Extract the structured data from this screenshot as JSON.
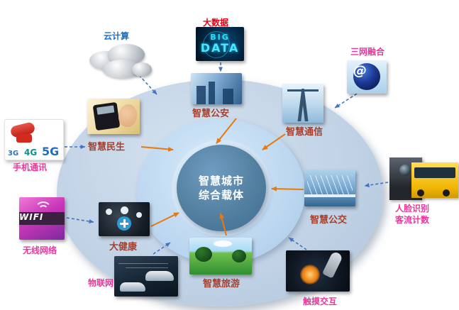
{
  "palette": {
    "label_blue": "#1f6dbf",
    "label_red": "#e60012",
    "label_magenta": "#e6399b",
    "label_dark_red": "#a6402e",
    "arrow_blue": "#4472c4",
    "arrow_orange": "#e8790b",
    "center_circle_fill": "#4f7ea6",
    "ring_mid_fill": "#bfd9f1",
    "ring_outer_fill": "#c2d3e6"
  },
  "center": {
    "line1": "智慧城市",
    "line2": "综合载体"
  },
  "labels": {
    "cloud_computing": "云计算",
    "big_data": "大数据",
    "triple_network": "三网融合",
    "smart_police": "智慧公安",
    "smart_communication": "智慧通信",
    "mobile_telecom": "手机通讯",
    "smart_livelihood": "智慧民生",
    "face_recognition_line1": "人脸识别",
    "face_recognition_line2": "客流计数",
    "smart_transit": "智慧公交",
    "wireless_network": "无线网络",
    "big_health": "大健康",
    "iot": "物联网",
    "smart_tourism": "智慧旅游",
    "touch_interaction": "触摸交互"
  },
  "image_text": {
    "big_data_line1": "BIG",
    "big_data_line2": "DATA",
    "at_symbol": "@",
    "g3": "3G",
    "g4": "4G",
    "g5": "5G",
    "wifi": "WIFI"
  }
}
